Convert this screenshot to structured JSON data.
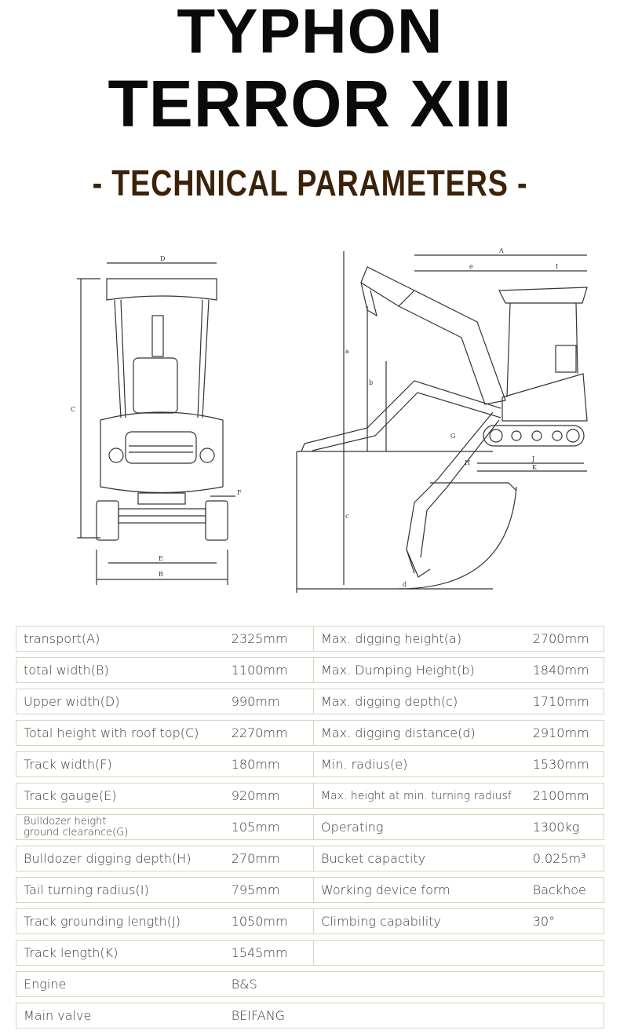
{
  "title": {
    "line1": "TYPHON",
    "line2": "TERROR XIII"
  },
  "subtitle": "- TECHNICAL PARAMETERS -",
  "drawing": {
    "front_labels": {
      "D": "D",
      "C": "C",
      "F": "F",
      "E": "E",
      "B": "B"
    },
    "side_labels": {
      "A": "A",
      "e": "e",
      "I": "I",
      "a": "a",
      "b": "b",
      "c": "c",
      "d": "d",
      "G": "G",
      "H": "H",
      "J": "J",
      "K": "K"
    }
  },
  "specs": [
    {
      "l1": "transport(A)",
      "v1": "2325mm",
      "l2": "Max. digging height(a)",
      "v2": "2700mm"
    },
    {
      "l1": "total width(B)",
      "v1": "1100mm",
      "l2": "Max. Dumping Height(b)",
      "v2": "1840mm"
    },
    {
      "l1": "Upper width(D)",
      "v1": "990mm",
      "l2": "Max. digging depth(c)",
      "v2": "1710mm"
    },
    {
      "l1": "Total height with roof top(C)",
      "v1": "2270mm",
      "l2": "Max. digging distance(d)",
      "v2": "2910mm"
    },
    {
      "l1": "Track width(F)",
      "v1": "180mm",
      "l2": "Min. radius(e)",
      "v2": "1530mm"
    },
    {
      "l1": "Track gauge(E)",
      "v1": "920mm",
      "l2": "Max. height at min. turning radiusf",
      "v2": "2100mm"
    },
    {
      "l1a": "Bulldozer height",
      "l1b": "ground clearance(G)",
      "v1": "105mm",
      "l2": "Operating",
      "v2": "1300kg"
    },
    {
      "l1": "Bulldozer digging depth(H)",
      "v1": "270mm",
      "l2": "Bucket capactity",
      "v2": "0.025m³"
    },
    {
      "l1": "Tail turning radius(I)",
      "v1": "795mm",
      "l2": "Working device form",
      "v2": "Backhoe"
    },
    {
      "l1": "Track grounding length(J)",
      "v1": "1050mm",
      "l2": "Climbing capability",
      "v2": "30°"
    },
    {
      "l1": "Track length(K)",
      "v1": "1545mm"
    },
    {
      "l1": "Engine",
      "v1": "B&S"
    },
    {
      "l1": "Main valve",
      "v1": "BEIFANG"
    }
  ]
}
